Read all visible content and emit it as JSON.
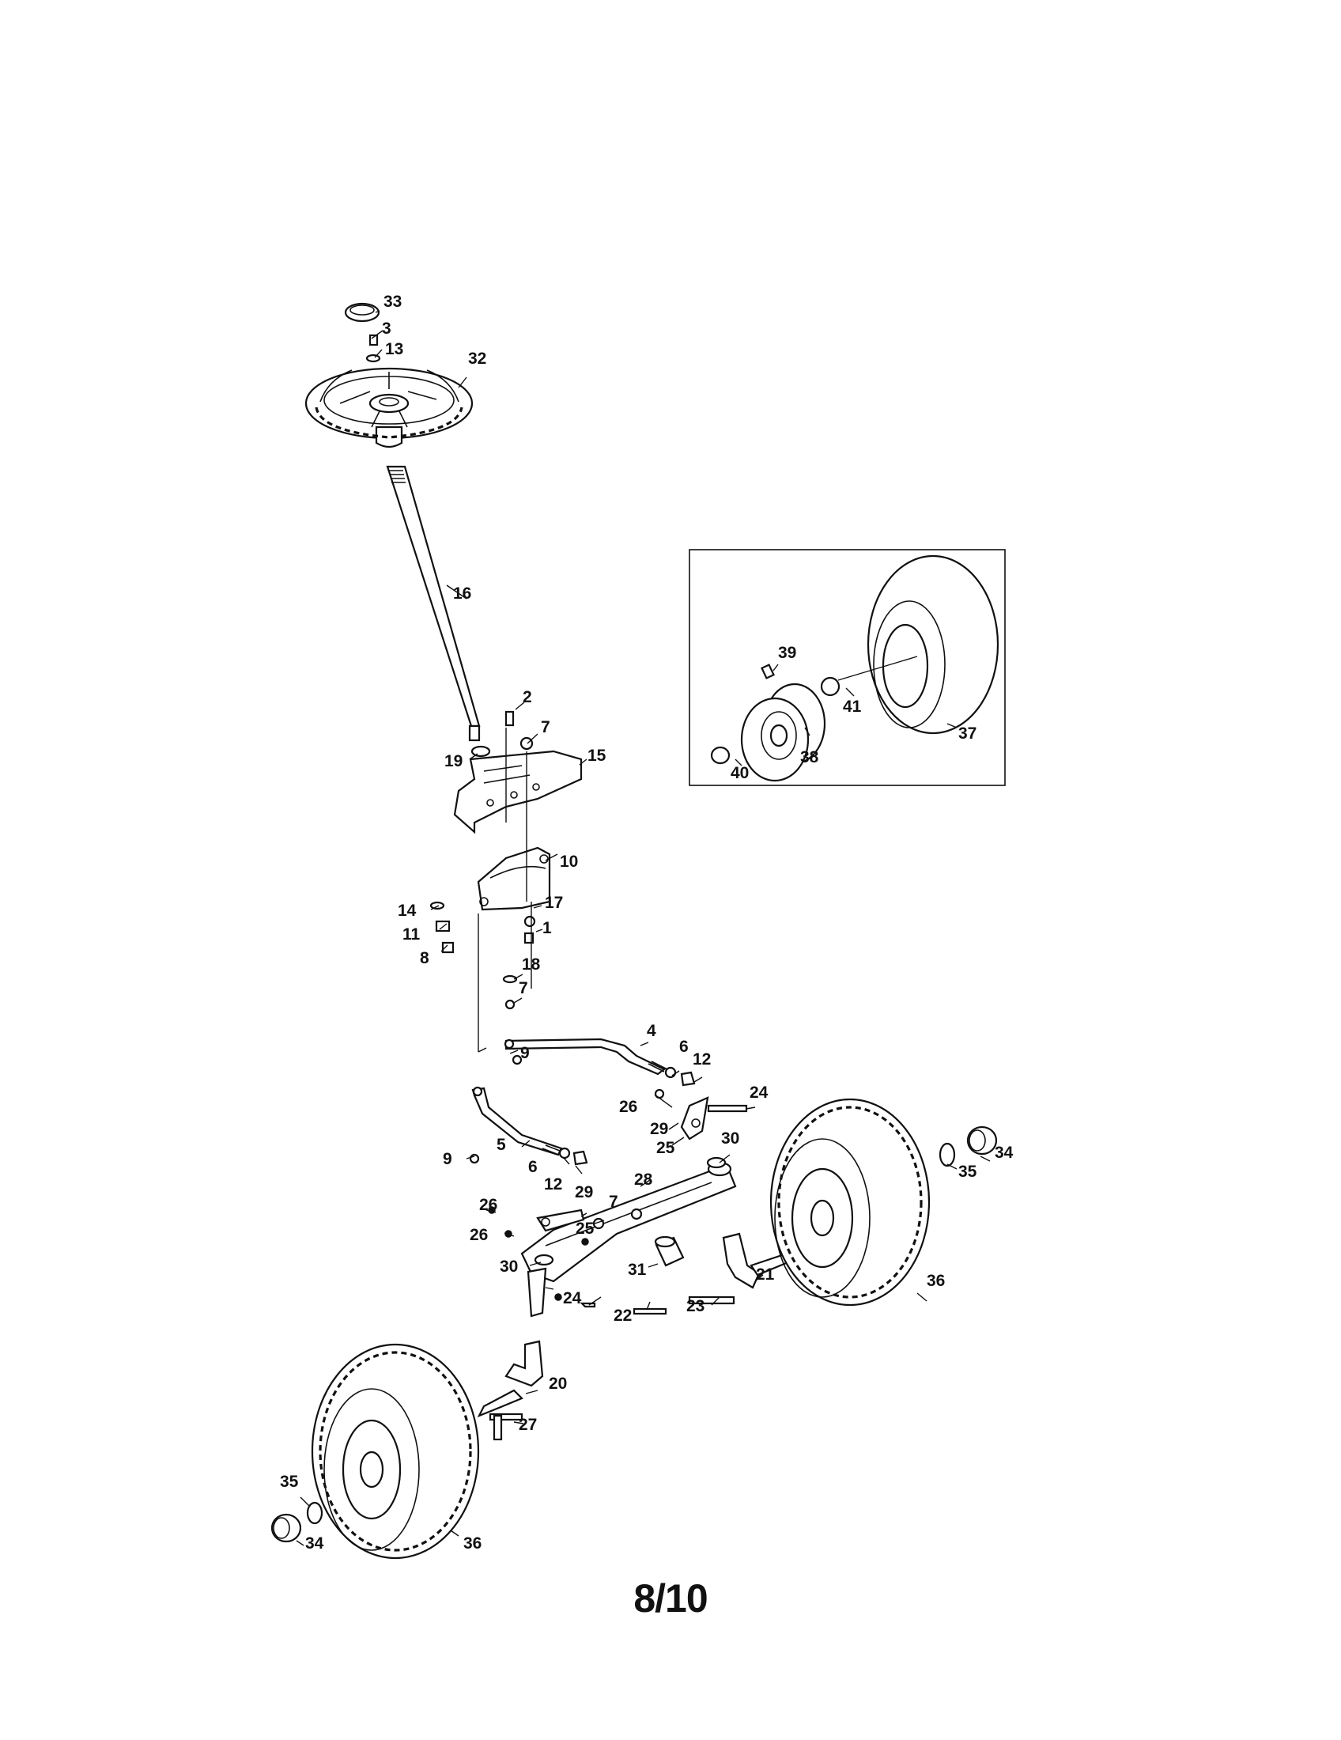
{
  "page": {
    "number": "8/10"
  },
  "callouts": {
    "c1": "1",
    "c2": "2",
    "c3": "3",
    "c4": "4",
    "c5": "5",
    "c6a": "6",
    "c6b": "6",
    "c7a": "7",
    "c7b": "7",
    "c7c": "7",
    "c8": "8",
    "c9a": "9",
    "c9b": "9",
    "c10": "10",
    "c11": "11",
    "c12a": "12",
    "c12b": "12",
    "c13": "13",
    "c14": "14",
    "c15": "15",
    "c16": "16",
    "c17": "17",
    "c18": "18",
    "c19": "19",
    "c20": "20",
    "c21": "21",
    "c22": "22",
    "c23": "23",
    "c24a": "24",
    "c24b": "24",
    "c25a": "25",
    "c25b": "25",
    "c26a": "26",
    "c26b": "26",
    "c26c": "26",
    "c27": "27",
    "c28": "28",
    "c29a": "29",
    "c29b": "29",
    "c30a": "30",
    "c30b": "30",
    "c31": "31",
    "c32": "32",
    "c33": "33",
    "c34a": "34",
    "c34b": "34",
    "c35a": "35",
    "c35b": "35",
    "c36a": "36",
    "c36b": "36",
    "c37": "37",
    "c38": "38",
    "c39": "39",
    "c40": "40",
    "c41": "41"
  }
}
